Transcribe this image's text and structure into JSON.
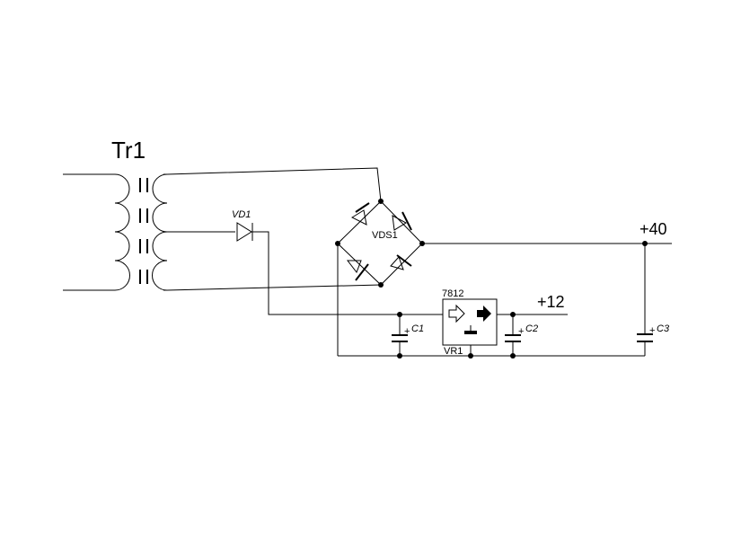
{
  "diagram": {
    "type": "circuit-schematic",
    "labels": {
      "transformer": "Tr1",
      "diode": "VD1",
      "bridge": "VDS1",
      "regulator_part": "7812",
      "regulator_ref": "VR1",
      "out_high": "+40",
      "out_low": "+12",
      "cap1": "C1",
      "cap2": "C2",
      "cap3": "C3",
      "plus": "+"
    }
  }
}
